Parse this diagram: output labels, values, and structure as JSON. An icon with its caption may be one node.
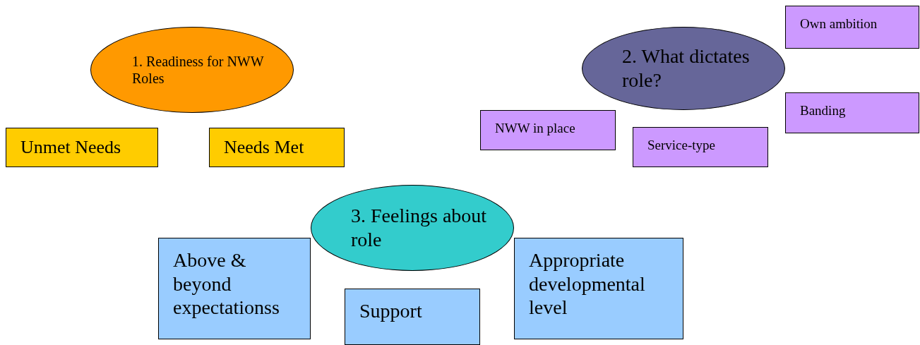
{
  "diagram": {
    "nodes": [
      {
        "text": [
          "1. Readiness for NWW Roles"
        ]
      },
      {
        "text": [
          "Unmet Needs"
        ]
      },
      {
        "text": [
          "Needs Met"
        ]
      },
      {
        "text": [
          "2. What dictates role?"
        ]
      },
      {
        "text": [
          "Own ambition"
        ]
      },
      {
        "text": [
          "Banding"
        ]
      },
      {
        "text": [
          "NWW in place"
        ]
      },
      {
        "text": [
          "Service-type"
        ]
      },
      {
        "text": [
          "3. Feelings about role"
        ]
      },
      {
        "text": [
          "Above & beyond expectationss"
        ]
      },
      {
        "text": [
          "Support"
        ]
      },
      {
        "text": [
          "Appropriate developmental level"
        ]
      }
    ]
  }
}
